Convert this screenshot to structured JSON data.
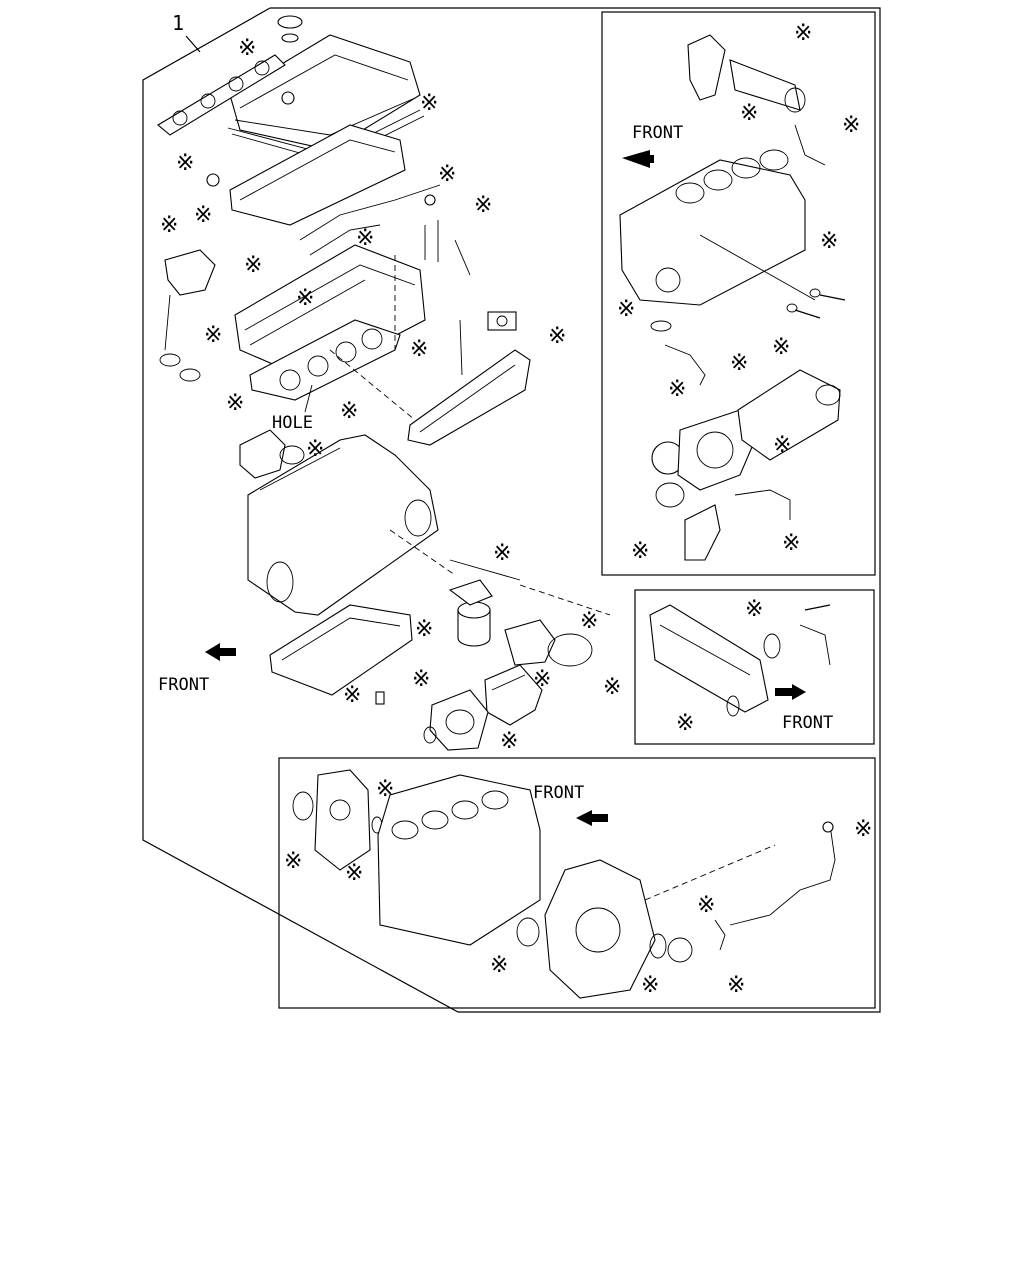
{
  "diagram": {
    "callout_number": "1",
    "labels": {
      "front": "FRONT",
      "hole": "HOLE"
    },
    "marker_symbol": "※"
  }
}
